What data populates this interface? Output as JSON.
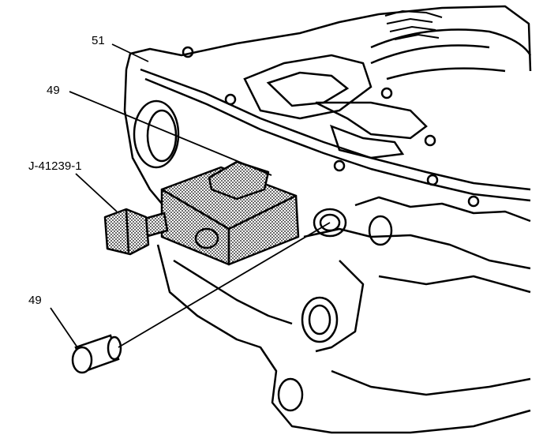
{
  "callouts": {
    "part_51": "51",
    "part_49_upper": "49",
    "tool": "J-41239-1",
    "part_49_lower": "49"
  },
  "colors": {
    "line": "#000000",
    "background": "#ffffff",
    "tool_fill": "#c9c9c9"
  },
  "figure": {
    "kind": "technical line drawing",
    "subject": "engine block casting with bore, plug and special tool"
  }
}
